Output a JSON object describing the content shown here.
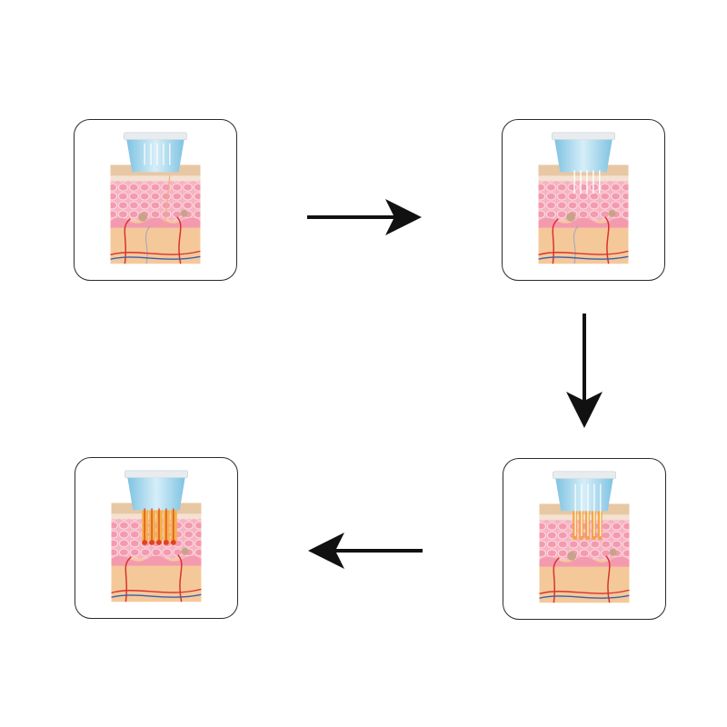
{
  "diagram": {
    "steps": [
      {
        "id": "step-1",
        "stage": "needles-retracted",
        "heat": "none"
      },
      {
        "id": "step-2",
        "stage": "needles-penetrating",
        "heat": "none"
      },
      {
        "id": "step-3",
        "stage": "needles-heating",
        "heat": "warm"
      },
      {
        "id": "step-4",
        "stage": "needles-full-heat",
        "heat": "hot"
      }
    ],
    "flow": [
      "step-1",
      "step-2",
      "step-3",
      "step-4"
    ],
    "colors": {
      "panel_border": "#2a2a35",
      "arrow": "#111111",
      "cap_blue": "#a9d8ee",
      "cap_rim": "#e9ecef",
      "epidermis": "#e8c7a4",
      "dermis_pink": "#f4a0b2",
      "subcutis": "#f5c89a",
      "heat_orange": "#f5a033",
      "heat_red": "#e0441e",
      "vessel_red": "#d8322c",
      "vessel_blue": "#3b5fae"
    }
  }
}
